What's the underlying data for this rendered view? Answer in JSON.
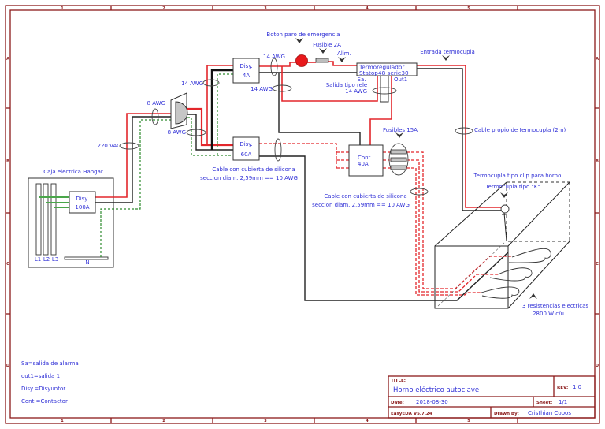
{
  "sheet": {
    "zone_cols": [
      "1",
      "2",
      "3",
      "4",
      "5"
    ],
    "zone_rows": [
      "A",
      "B",
      "C",
      "D"
    ]
  },
  "components": {
    "caja": {
      "title": "Caja electrica Hangar",
      "bus_labels": [
        "L1",
        "L2",
        "L3"
      ],
      "neutral": "N"
    },
    "disy_100a": {
      "line1": "Disy.",
      "line2": "100A"
    },
    "disy_4a": {
      "line1": "Disy.",
      "line2": "4A"
    },
    "disy_60a": {
      "line1": "Disy.",
      "line2": "60A"
    },
    "termoregulador": {
      "line1": "Termoregulador",
      "line2": "Statop48 serie30"
    },
    "contactor": {
      "line1": "Cont.",
      "line2": "40A"
    }
  },
  "annotations": {
    "boton_paro": "Boton paro de emergencia",
    "fusible_2a": "Fusible 2A",
    "alim": "Alim.",
    "entrada_termocupla": "Entrada termocupla",
    "sa": "Sa.",
    "salida_tipo_rele": "Salida tipo rele",
    "awg14_rele": "14 AWG",
    "out1": "Out1",
    "awg14_top": "14 AWG",
    "awg14_mid": "14 AWG",
    "awg14_left": "14 AWG",
    "awg8_top": "8 AWG",
    "awg8_low": "8 AWG",
    "vac220": "220 VAC",
    "cable60_line1": "Cable con cubierta de silicona",
    "cable60_line2": "seccion diam. 2,59mm == 10 AWG",
    "fusibles_15a": "Fusibles 15A",
    "cable_oven_line1": "Cable con cubierta de silicona",
    "cable_oven_line2": "seccion diam. 2,59mm == 10 AWG",
    "cable_termocupla": "Cable propio de termocupla (2m)",
    "termocupla_clip": "Termocupla tipo clip para horno",
    "termocupla_k": "Termocupla tipo \"K\"",
    "resistencias_line1": "3 resistencias electricas",
    "resistencias_line2": "2800 W  c/u"
  },
  "legend": [
    "Sa=salida de alarma",
    "out1=salida 1",
    "Disy.=Disyuntor",
    "Cont.=Contactor"
  ],
  "title_block": {
    "title_key": "TITLE:",
    "title": "Horno eléctrico autoclave",
    "rev_key": "REV:",
    "rev": "1.0",
    "date_key": "Date:",
    "date": "2018-08-30",
    "sheet_key": "Sheet:",
    "sheet": "1/1",
    "software": "EasyEDA V5.7.24",
    "drawn_by_key": "Drawn By:",
    "drawn_by": "Cristhian Cobos"
  },
  "colors": {
    "border": "#8b1a1a",
    "label_text": "#2f2fd6",
    "phase_wire": "#e3262b",
    "neutral_wire": "#222222",
    "ground_wire": "#2e8b2e",
    "emergency_button": "#e8191c"
  }
}
